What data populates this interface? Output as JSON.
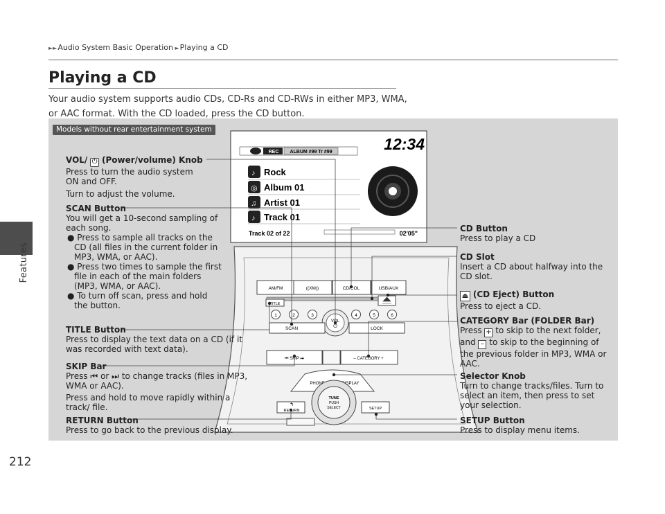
{
  "side_tab_label": "Features",
  "page_number": "212",
  "breadcrumb": {
    "items": [
      "Audio System Basic Operation",
      "Playing a CD"
    ]
  },
  "title": "Playing a CD",
  "intro": "Your audio system supports audio CDs, CD-Rs and CD-RWs in either MP3, WMA, or AAC format. With the CD loaded, press the CD button.",
  "badge": "Models without rear entertainment system",
  "display": {
    "clock": "12:34",
    "status": "ALBUM #99  Tr  #99",
    "rec_label": "REC",
    "rows": [
      "Rock",
      "Album 01",
      "Artist 01",
      "Track 01"
    ],
    "track_counter": "Track 02 of 22",
    "elapsed": "02'05\""
  },
  "unit_buttons": {
    "am_fm": "AM/FM",
    "xm": "((XM))",
    "cd_col": "CD/COL",
    "usb_aux": "USB/AUX",
    "title": "TITLE",
    "scan": "SCAN",
    "lock": "LOCK",
    "skip": "SKIP",
    "category": "CATEGORY",
    "presets": [
      "1",
      "2",
      "3",
      "4",
      "5",
      "6"
    ],
    "vol": "VOL",
    "phone": "PHONE",
    "display_btn": "DISPLAY",
    "tune_line1": "TUNE",
    "tune_line2": "PUSH",
    "tune_line3": "SELECT",
    "return": "RETURN",
    "setup": "SETUP"
  },
  "callouts_left": {
    "vol_title_a": "VOL/",
    "vol_title_b": "(Power/volume) Knob",
    "vol_l1": "Press to turn the audio system ON and OFF.",
    "vol_l2": "Turn to adjust the volume.",
    "scan_title": "SCAN Button",
    "scan_l1": "You will get a 10-second sampling of each song.",
    "scan_b1": "Press to sample all tracks on the CD (all files in the current folder in MP3, WMA, or AAC).",
    "scan_b2": "Press two times to sample the first file in each of the main folders (MP3, WMA, or AAC).",
    "scan_b3": "To turn off scan, press and hold the button.",
    "title_title": "TITLE Button",
    "title_l1": "Press to display the text data on a CD (if it was recorded with text data).",
    "skip_title": "SKIP Bar",
    "skip_l1a": "Press",
    "skip_l1b": "or",
    "skip_l1c": "to change tracks (files in MP3, WMA or AAC).",
    "skip_l2": "Press and hold to move rapidly within a track/ file.",
    "return_title": "RETURN Button",
    "return_l1": "Press to go back to the previous display."
  },
  "callouts_right": {
    "cd_title": "CD Button",
    "cd_l1": "Press to play a CD",
    "slot_title": "CD Slot",
    "slot_l1": "Insert a CD about halfway into the CD slot.",
    "eject_title": "(CD Eject) Button",
    "eject_l1": "Press to eject a CD.",
    "cat_title": "CATEGORY Bar (FOLDER Bar)",
    "cat_l1a": "Press",
    "cat_l1b": "to skip to the next folder,",
    "cat_l2a": "and",
    "cat_l2b": "to skip to the beginning of the previous folder in MP3, WMA or AAC.",
    "sel_title": "Selector Knob",
    "sel_l1": "Turn to change tracks/files. Turn to select an item, then press to set your selection.",
    "setup_title": "SETUP Button",
    "setup_l1": "Press to display menu items."
  }
}
